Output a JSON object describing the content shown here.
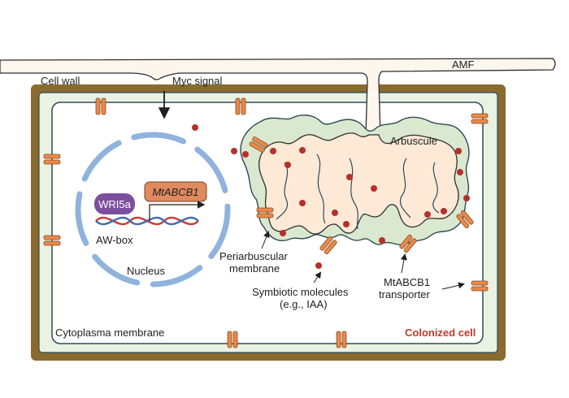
{
  "labels": {
    "cell_wall": "Cell wall",
    "myc_signal": "Myc signal",
    "amf": "AMF",
    "arbuscule": "Arbuscule",
    "gene": "MtABCB1",
    "tf": "WRI5a",
    "aw_box": "AW-box",
    "nucleus": "Nucleus",
    "pam_line1": "Periarbuscular",
    "pam_line2": "membrane",
    "sym_line1": "Symbiotic molecules",
    "sym_line2": "(e.g., IAA)",
    "trans_line1": "MtABCB1",
    "trans_line2": "transporter",
    "cytoplasma": "Cytoplasma membrane",
    "colonized": "Colonized cell"
  },
  "colors": {
    "cell_wall": "#8a6a2e",
    "cytoplasm": "#e9f2e3",
    "membrane_stroke": "#2f4b57",
    "nuclear_envelope": "#8fb3dc",
    "arbuscule_fill": "#fde9d6",
    "transporter": "#e8894a",
    "molecule": "#b5302a",
    "tf": "#7c4f9e",
    "gene_box": "#e08a5f",
    "dna_red": "#cc3b3b",
    "dna_blue": "#3f6fb0",
    "accent_red": "#c0392b"
  }
}
